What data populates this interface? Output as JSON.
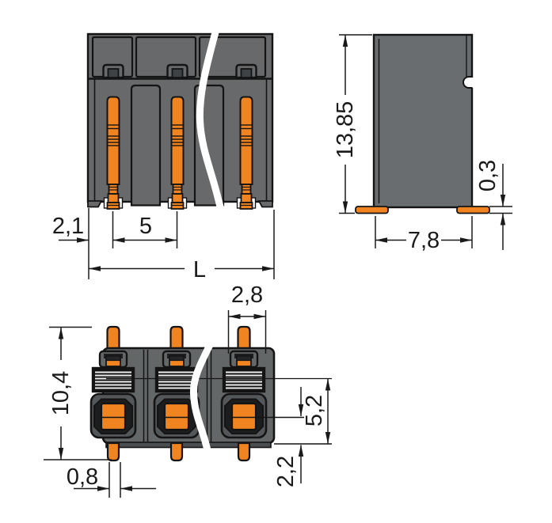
{
  "title": "terminal-block-dimension-drawing",
  "labels": {
    "front": {
      "edge_to_pin": "2,1",
      "pin_pitch": "5",
      "length": "L"
    },
    "side": {
      "height": "13,85",
      "pad_thickness": "0,3",
      "depth": "7,8"
    },
    "top": {
      "pin_head_width": "2,8",
      "total_depth": "10,4",
      "pin_width": "0,8",
      "wire_entry_to_bottom": "5,2",
      "center_to_bottom": "2,2"
    }
  },
  "colors": {
    "housing_gray": "#67696b",
    "housing_gray_dark": "#53575a",
    "contact_orange": "#f08421",
    "outline": "#141414",
    "dimension_line": "#1a1a1a",
    "background": "#ffffff"
  }
}
